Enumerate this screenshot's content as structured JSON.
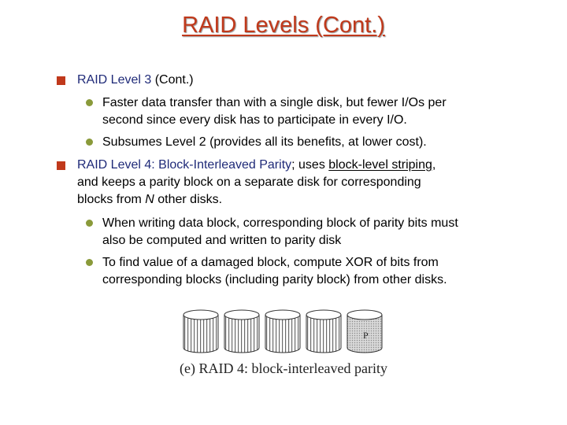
{
  "title": "RAID Levels (Cont.)",
  "bullets": {
    "b1": {
      "label": "RAID Level 3",
      "rest": " (Cont.)"
    },
    "b1_sub": [
      {
        "line1": "Faster data transfer than with a single disk, but fewer I/Os per",
        "line2": "second since every disk has to participate in every I/O."
      },
      {
        "line1": "Subsumes Level 2 (provides all its benefits, at lower cost).",
        "line2": ""
      }
    ],
    "b2": {
      "label": "RAID Level 4:",
      "parity_name": "Block-Interleaved Parity",
      "uses": "; uses ",
      "term": "block-level striping",
      "comma": ",",
      "line2": "and keeps a parity block on a separate disk for corresponding",
      "line3_pre": "blocks from ",
      "line3_n": "N",
      "line3_post": " other disks."
    },
    "b2_sub": [
      {
        "line1": "When writing data block, corresponding block of parity bits must",
        "line2": "also be computed and written to parity disk"
      },
      {
        "line1": "To find value of a damaged block, compute XOR of bits from",
        "line2": "corresponding blocks (including parity block) from other disks."
      }
    ]
  },
  "figure": {
    "parity_label": "P",
    "caption": "(e) RAID 4: block-interleaved parity"
  }
}
